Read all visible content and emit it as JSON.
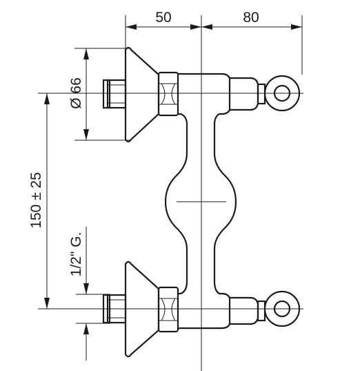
{
  "drawing": {
    "dimensions": {
      "top_left": "50",
      "top_right": "80",
      "flange_diameter": "Ø 66",
      "center_distance": "150 ± 25",
      "thread": "1/2\" G."
    }
  }
}
